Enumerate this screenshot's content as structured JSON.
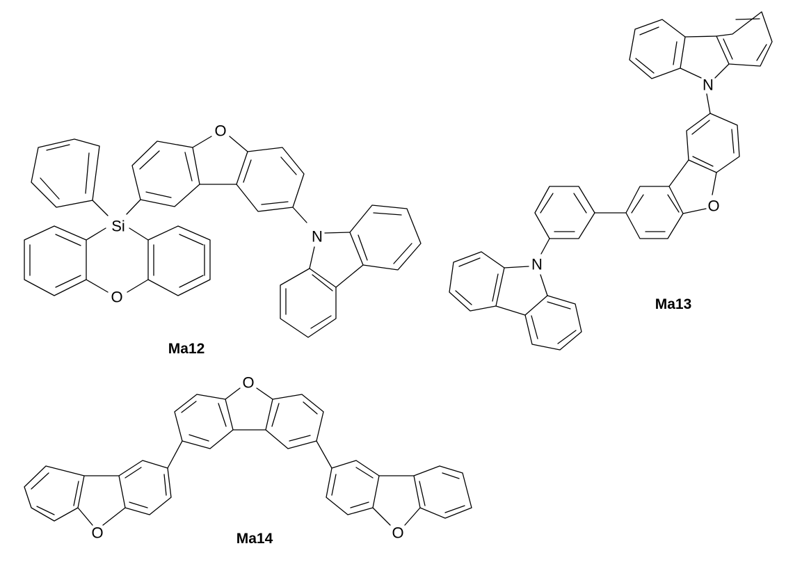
{
  "figure": {
    "compounds": [
      {
        "id": "Ma12",
        "label": "Ma12",
        "heteroatoms": [
          "Si",
          "O",
          "O",
          "N"
        ]
      },
      {
        "id": "Ma13",
        "label": "Ma13",
        "heteroatoms": [
          "N",
          "O",
          "N"
        ]
      },
      {
        "id": "Ma14",
        "label": "Ma14",
        "heteroatoms": [
          "O",
          "O",
          "O"
        ]
      }
    ],
    "atoms": {
      "si": "Si",
      "o": "O",
      "n": "N"
    }
  }
}
